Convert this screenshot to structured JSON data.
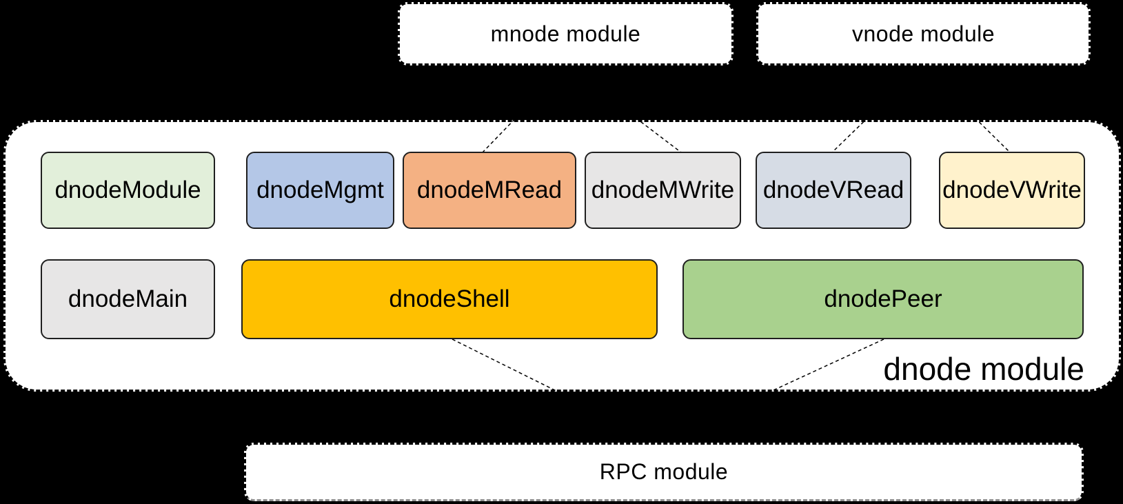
{
  "canvas": {
    "background_color": "#000000",
    "surface_color": "#ffffff",
    "line_color": "#000000"
  },
  "top_modules": [
    {
      "id": "mnode",
      "label": "mnode module"
    },
    {
      "id": "vnode",
      "label": "vnode module"
    }
  ],
  "bottom_modules": [
    {
      "id": "rpc",
      "label": "RPC module"
    }
  ],
  "dnode_container": {
    "label": "dnode module",
    "children": [
      {
        "id": "dnodeModule",
        "label": "dnodeModule",
        "color": "#E2EFDA"
      },
      {
        "id": "dnodeMgmt",
        "label": "dnodeMgmt",
        "color": "#B4C7E7"
      },
      {
        "id": "dnodeMRead",
        "label": "dnodeMRead",
        "color": "#F4B183"
      },
      {
        "id": "dnodeMWrite",
        "label": "dnodeMWrite",
        "color": "#E7E6E6"
      },
      {
        "id": "dnodeVRead",
        "label": "dnodeVRead",
        "color": "#D6DCE5"
      },
      {
        "id": "dnodeVWrite",
        "label": "dnodeVWrite",
        "color": "#FFF2CC"
      },
      {
        "id": "dnodeMain",
        "label": "dnodeMain",
        "color": "#E7E6E6"
      },
      {
        "id": "dnodeShell",
        "label": "dnodeShell",
        "color": "#FFC000"
      },
      {
        "id": "dnodePeer",
        "label": "dnodePeer",
        "color": "#A9D18E"
      }
    ]
  },
  "connections": [
    {
      "from": "mnode module",
      "to": "dnodeMRead"
    },
    {
      "from": "mnode module",
      "to": "dnodeMWrite"
    },
    {
      "from": "vnode module",
      "to": "dnodeVRead"
    },
    {
      "from": "vnode module",
      "to": "dnodeVWrite"
    },
    {
      "from": "dnodeShell",
      "to": "RPC module"
    },
    {
      "from": "dnodePeer",
      "to": "RPC module"
    }
  ]
}
